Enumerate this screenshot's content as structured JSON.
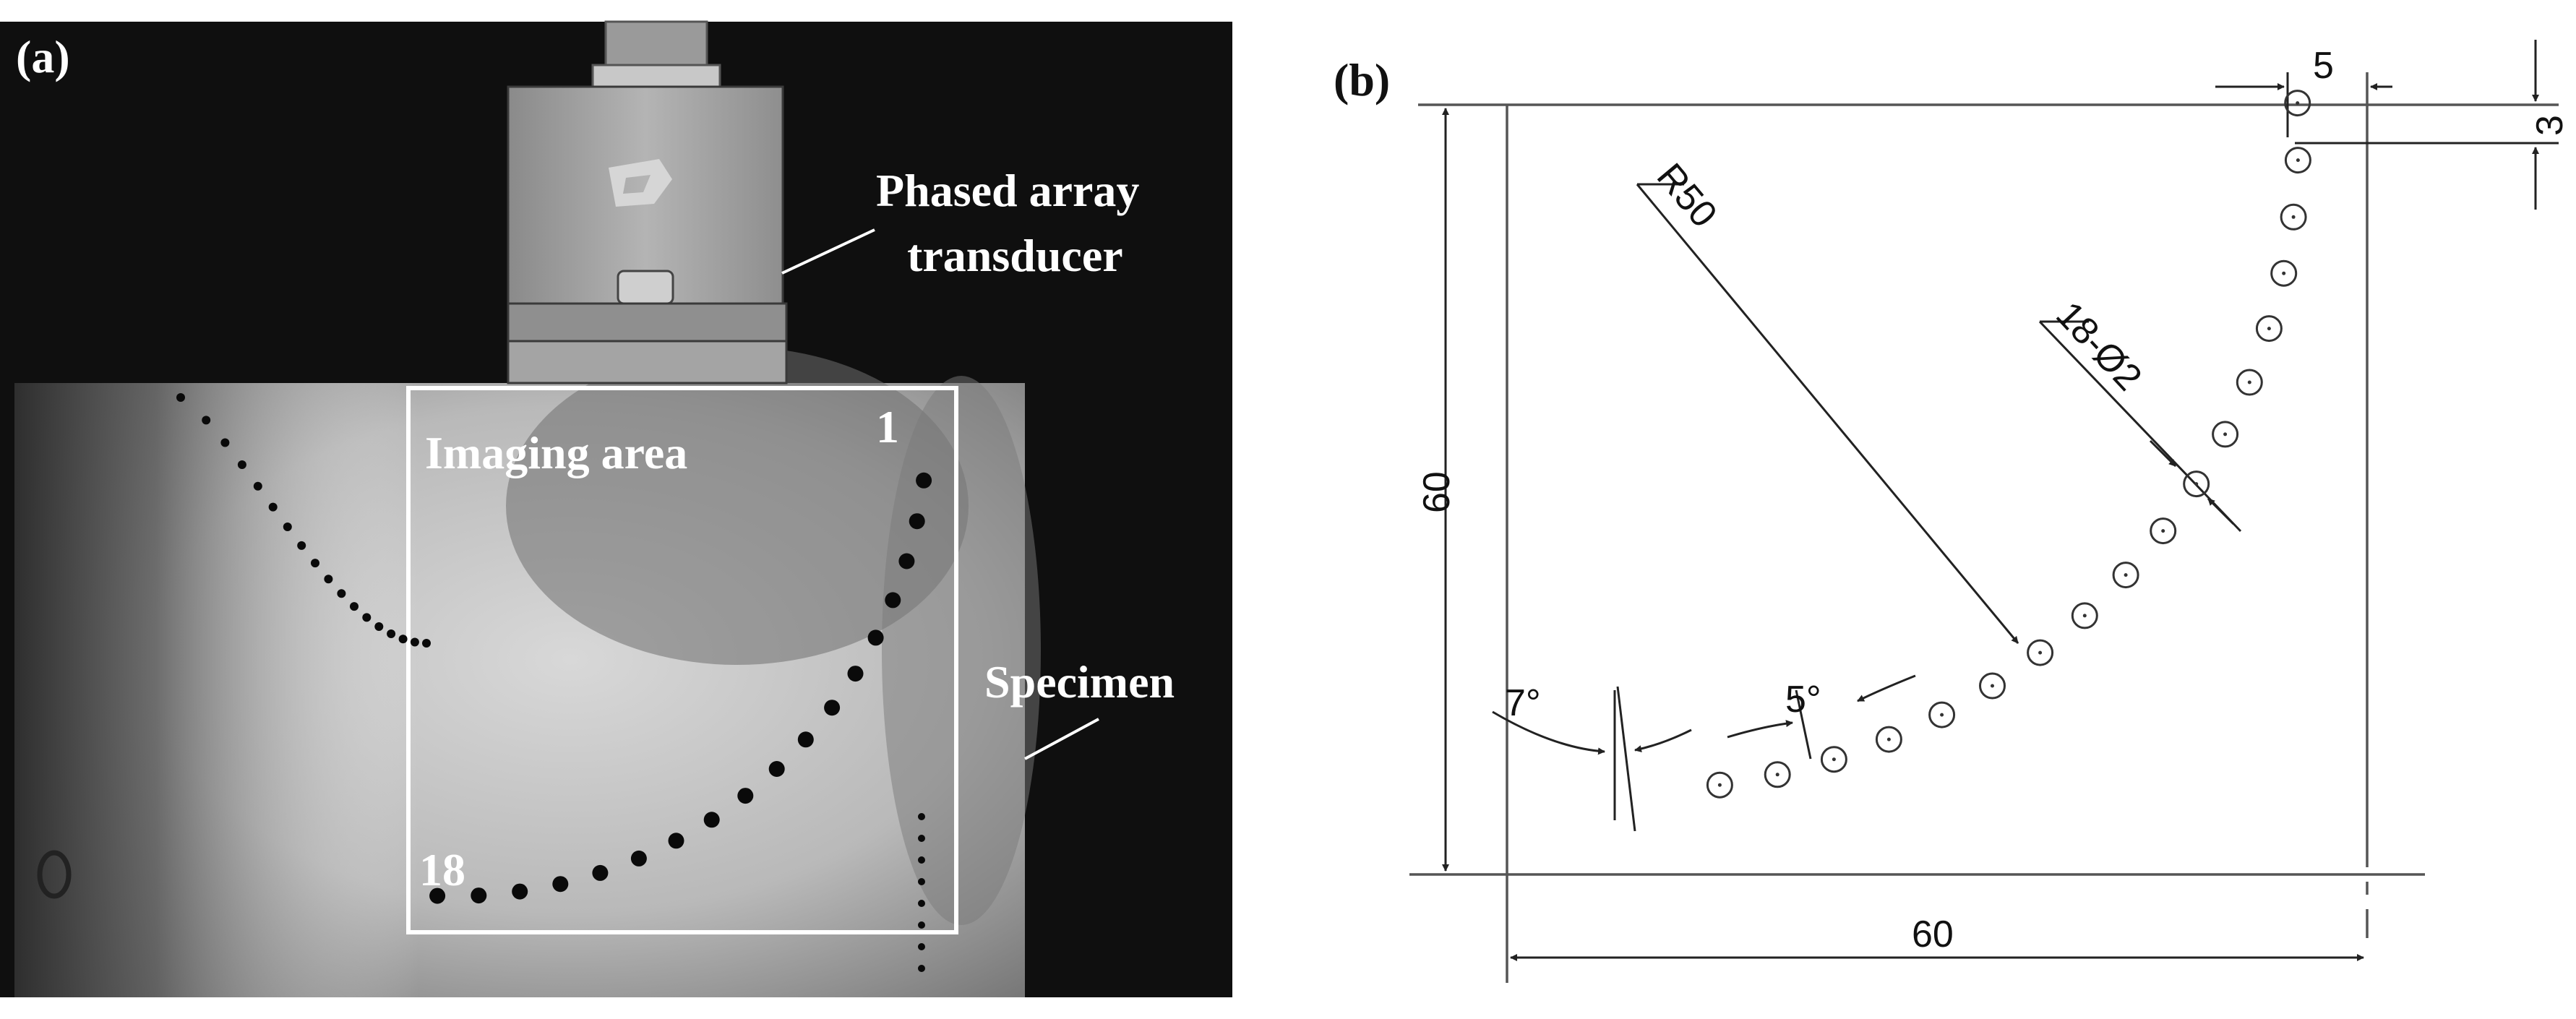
{
  "panel_a": {
    "label": "(a)",
    "transducer_label_line1": "Phased array",
    "transducer_label_line2": "transducer",
    "imaging_area_label": "Imaging area",
    "specimen_label": "Specimen",
    "hole_first": "1",
    "hole_last": "18"
  },
  "panel_b": {
    "label": "(b)",
    "radius_label": "R50",
    "hole_spec": "18-Ø2",
    "angle_start": "7°",
    "angle_step": "5°",
    "dim_width": "60",
    "dim_height": "60",
    "dim_offset_x": "5",
    "dim_offset_y": "3"
  }
}
